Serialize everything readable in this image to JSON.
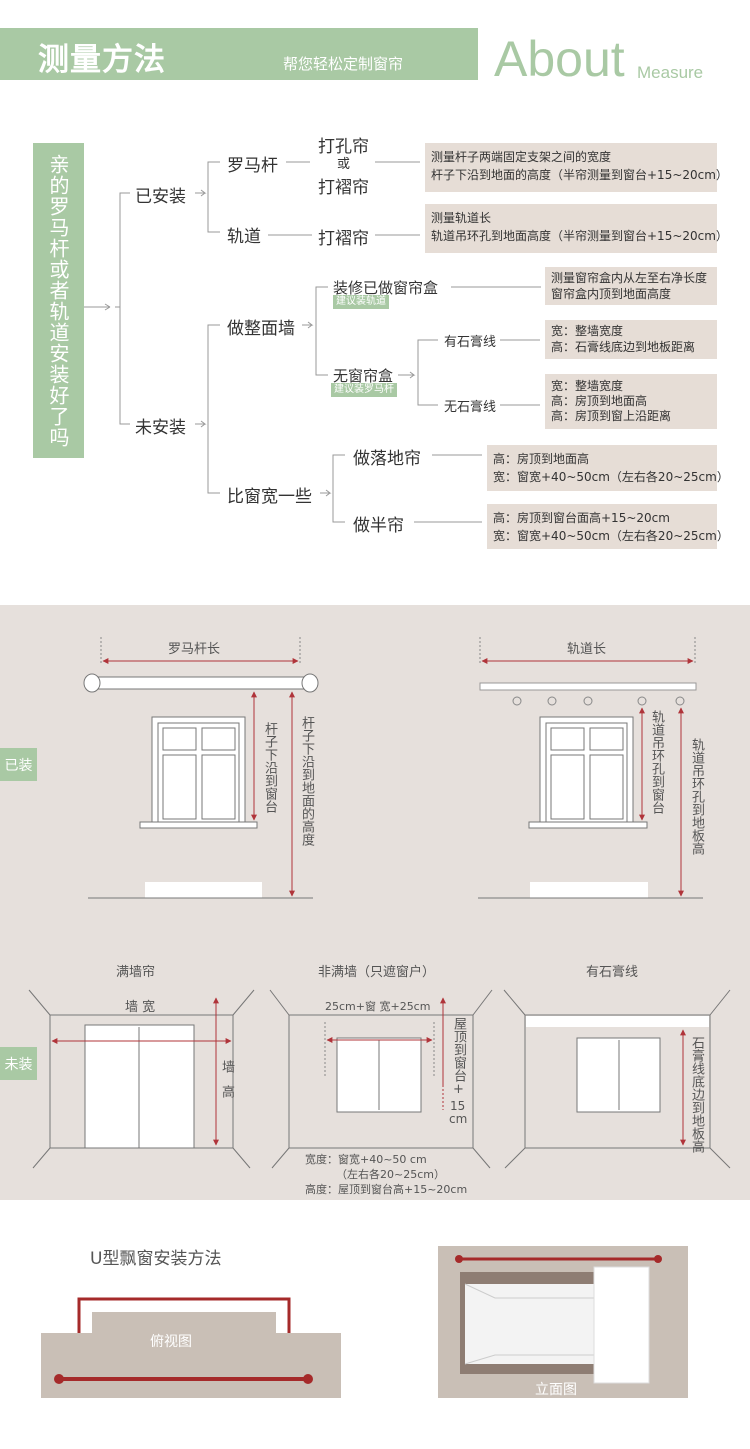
{
  "header": {
    "title": "测量方法",
    "subtitle": "帮您轻松定制窗帘",
    "about": "About",
    "measure": "Measure"
  },
  "tree": {
    "question": "亲的罗马杆或者轨道安装好了吗",
    "installed": {
      "label": "已安装",
      "roman_rod": {
        "label": "罗马杆",
        "opt1": "打孔帘",
        "or": "或",
        "opt2": "打褶帘",
        "note": [
          "测量杆子两端固定支架之间的宽度",
          "杆子下沿到地面的高度（半帘测量到窗台+15~20cm）"
        ]
      },
      "track": {
        "label": "轨道",
        "option": "打褶帘",
        "note": [
          "测量轨道长",
          "轨道吊环孔到地面高度（半帘测量到窗台+15~20cm）"
        ]
      }
    },
    "not_installed": {
      "label": "未安装",
      "full_wall": {
        "label": "做整面墙",
        "box": {
          "label": "装修已做窗帘盒",
          "tag": "建议装轨道",
          "note": [
            "测量窗帘盒内从左至右净长度",
            "窗帘盒内顶到地面高度"
          ]
        },
        "no_box": {
          "label": "无窗帘盒",
          "tag": "建议装罗马杆",
          "with_cornice": {
            "label": "有石膏线",
            "note": [
              "宽：整墙宽度",
              "高：石膏线底边到地板距离"
            ]
          },
          "without_cornice": {
            "label": "无石膏线",
            "note": [
              "宽：整墙宽度",
              "高：房顶到地面高",
              "高：房顶到窗上沿距离"
            ]
          }
        }
      },
      "wider": {
        "label": "比窗宽一些",
        "floor": {
          "label": "做落地帘",
          "note": [
            "高：房顶到地面高",
            "宽：窗宽+40~50cm（左右各20~25cm）"
          ]
        },
        "half": {
          "label": "做半帘",
          "note": [
            "高：房顶到窗台面高+15~20cm",
            "宽：窗宽+40~50cm（左右各20~25cm）"
          ]
        }
      }
    }
  },
  "installed_diagrams": {
    "tag": "已装",
    "rod": {
      "title": "罗马杆长",
      "to_sill": "杆子下沿到窗台",
      "to_floor": "杆子下沿到地面的高度"
    },
    "track": {
      "title": "轨道长",
      "to_sill": "轨道吊环孔到窗台",
      "to_floor": "轨道吊环孔到地板高"
    }
  },
  "uninstalled_diagrams": {
    "tag": "未装",
    "full": {
      "title": "满墙帘",
      "width": "墙 宽",
      "height": "墙高"
    },
    "partial": {
      "title": "非满墙（只遮窗户）",
      "width": "25cm+窗 宽+25cm",
      "height": "屋顶到窗台+",
      "height_num": "15",
      "height_unit": "cm",
      "notes": [
        "宽度：窗宽+40~50 cm",
        "（左右各20~25cm）",
        "高度：屋顶到窗台高+15~20cm"
      ]
    },
    "cornice": {
      "title": "有石膏线",
      "height": "石膏线底边到地板高"
    }
  },
  "bay_window": {
    "title": "U型飘窗安装方法",
    "top_view": "俯视图",
    "elevation": "立面图"
  },
  "colors": {
    "green": "#a9c9a4",
    "beige": "#e6ddd6",
    "red": "#a52a2a",
    "panel": "#c9bfb6"
  }
}
